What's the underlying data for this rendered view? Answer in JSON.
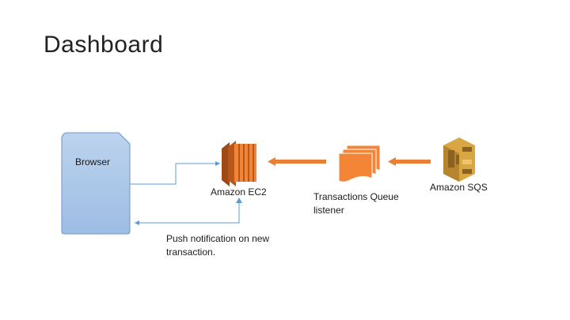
{
  "slide": {
    "title": "Dashboard"
  },
  "nodes": {
    "browser": {
      "label": "Browser"
    },
    "ec2": {
      "label": "Amazon EC2",
      "icon": "amazon-ec2-icon"
    },
    "queue_listener": {
      "label_line1": "Transactions Queue",
      "label_line2": "listener",
      "icon": "documents-stack-icon"
    },
    "sqs": {
      "label": "Amazon SQS",
      "icon": "amazon-sqs-icon"
    }
  },
  "connectors": {
    "push_label_line1": "Push notification on new",
    "push_label_line2": "transaction."
  },
  "colors": {
    "browser_fill_top": "#bcd3ee",
    "browser_fill_bottom": "#9dbde4",
    "browser_border": "#6f95c7",
    "ec2_orange": "#f58536",
    "ec2_dark": "#9d4a16",
    "arrow_orange": "#ed7d31",
    "connector_blue": "#5b9bd5",
    "sqs_gold": "#d9a741",
    "sqs_dark": "#8c6223"
  }
}
